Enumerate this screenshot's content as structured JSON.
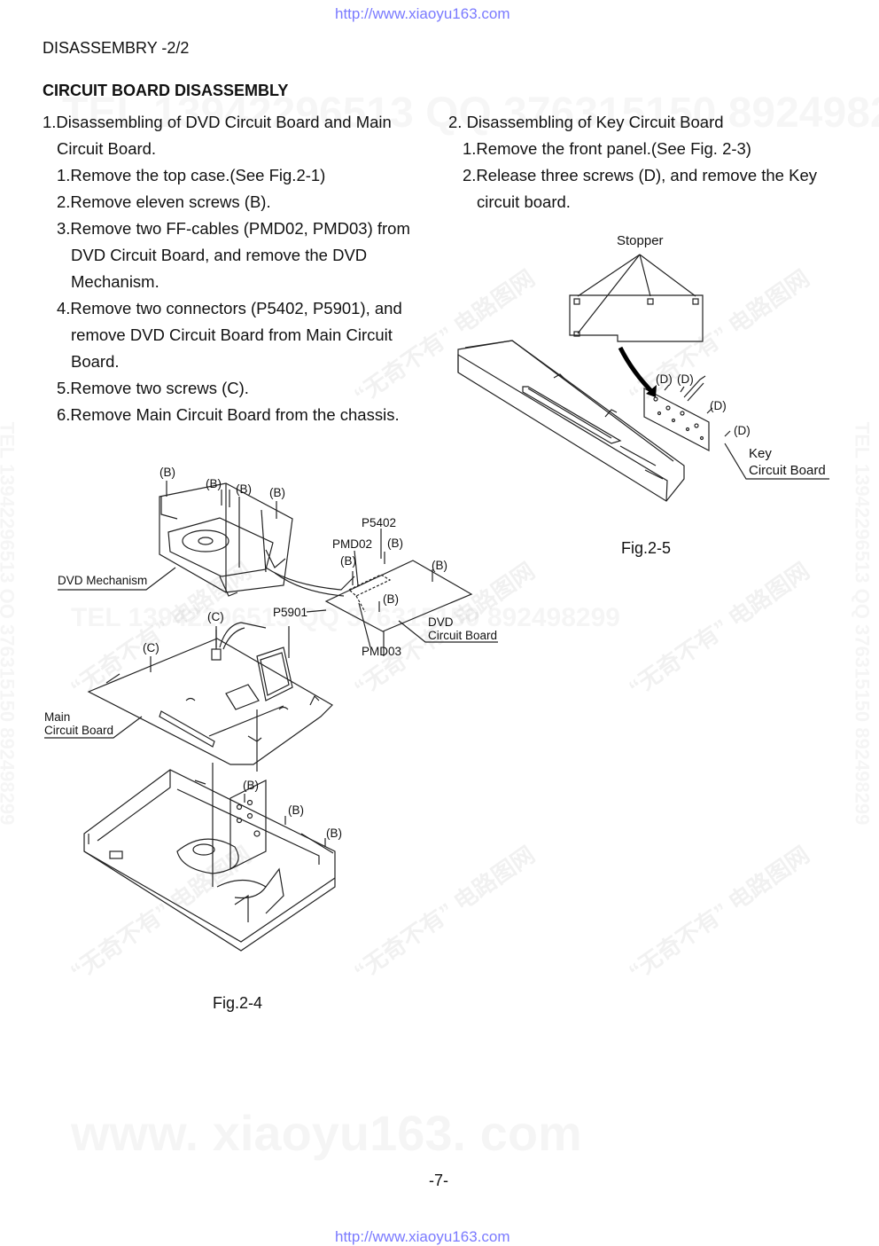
{
  "watermark": {
    "url_top": "http://www.xiaoyu163.com",
    "url_bottom": "http://www.xiaoyu163.com",
    "bg_numbers": "TEL 13942296513 QQ 376315150 892498299",
    "bg_site": "www. xiaoyu163. com",
    "bg_cn": "“无奇不有” 电路图网"
  },
  "header": "DISASSEMBRY -2/2",
  "section_title": "CIRCUIT BOARD DISASSEMBLY",
  "col1": {
    "l1": "1.Disassembling of DVD Circuit Board and Main",
    "l2": "Circuit Board.",
    "l3": "1.Remove the top case.(See Fig.2-1)",
    "l4": "2.Remove eleven screws (B).",
    "l5": "3.Remove two FF-cables (PMD02, PMD03) from",
    "l6": "DVD Circuit Board, and remove the DVD",
    "l7": "Mechanism.",
    "l8": "4.Remove two connectors (P5402, P5901), and",
    "l9": "remove DVD Circuit Board from Main Circuit",
    "l10": "Board.",
    "l11": "5.Remove two screws (C).",
    "l12": "6.Remove Main Circuit Board from the chassis."
  },
  "col2": {
    "l1": "2. Disassembling of Key Circuit Board",
    "l2": "1.Remove the front panel.(See Fig. 2-3)",
    "l3": "2.Release three screws (D), and remove the Key",
    "l4": "circuit board."
  },
  "fig4": {
    "caption": "Fig.2-4",
    "screw_b": "(B)",
    "screw_c": "(C)",
    "dvd_mech": "DVD Mechanism",
    "p5402": "P5402",
    "pmd02": "PMD02",
    "p5901": "P5901",
    "pmd03": "PMD03",
    "dvd_board_1": "DVD",
    "dvd_board_2": "Circuit Board",
    "main_board_1": "Main",
    "main_board_2": "Circuit Board"
  },
  "fig5": {
    "caption": "Fig.2-5",
    "stopper": "Stopper",
    "screw_d": "(D)",
    "key_board_1": "Key",
    "key_board_2": "Circuit Board"
  },
  "page_number": "-7-"
}
